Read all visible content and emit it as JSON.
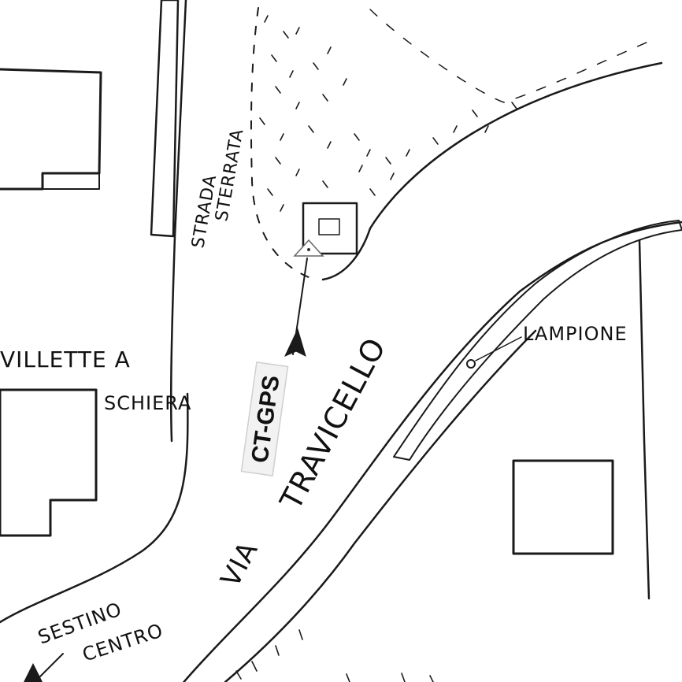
{
  "map": {
    "labels": {
      "strada_sterrata_1": "STRADA",
      "strada_sterrata_2": "STERRATA",
      "villette_1": "VILLETTE A",
      "villette_2": "SCHIERA",
      "via_1": "VIA",
      "via_2": "TRAVICELLO",
      "lampione": "LAMPIONE",
      "sestino_1": "SESTINO",
      "sestino_2": "CENTRO",
      "gps_tag": "CT-GPS"
    },
    "colors": {
      "ink": "#1a1a1a",
      "paper": "#ffffff",
      "tag_bg": "#f2f2f2"
    },
    "icons": [
      "north-arrow-icon",
      "point-triangle-icon",
      "lamp-post-icon"
    ]
  }
}
